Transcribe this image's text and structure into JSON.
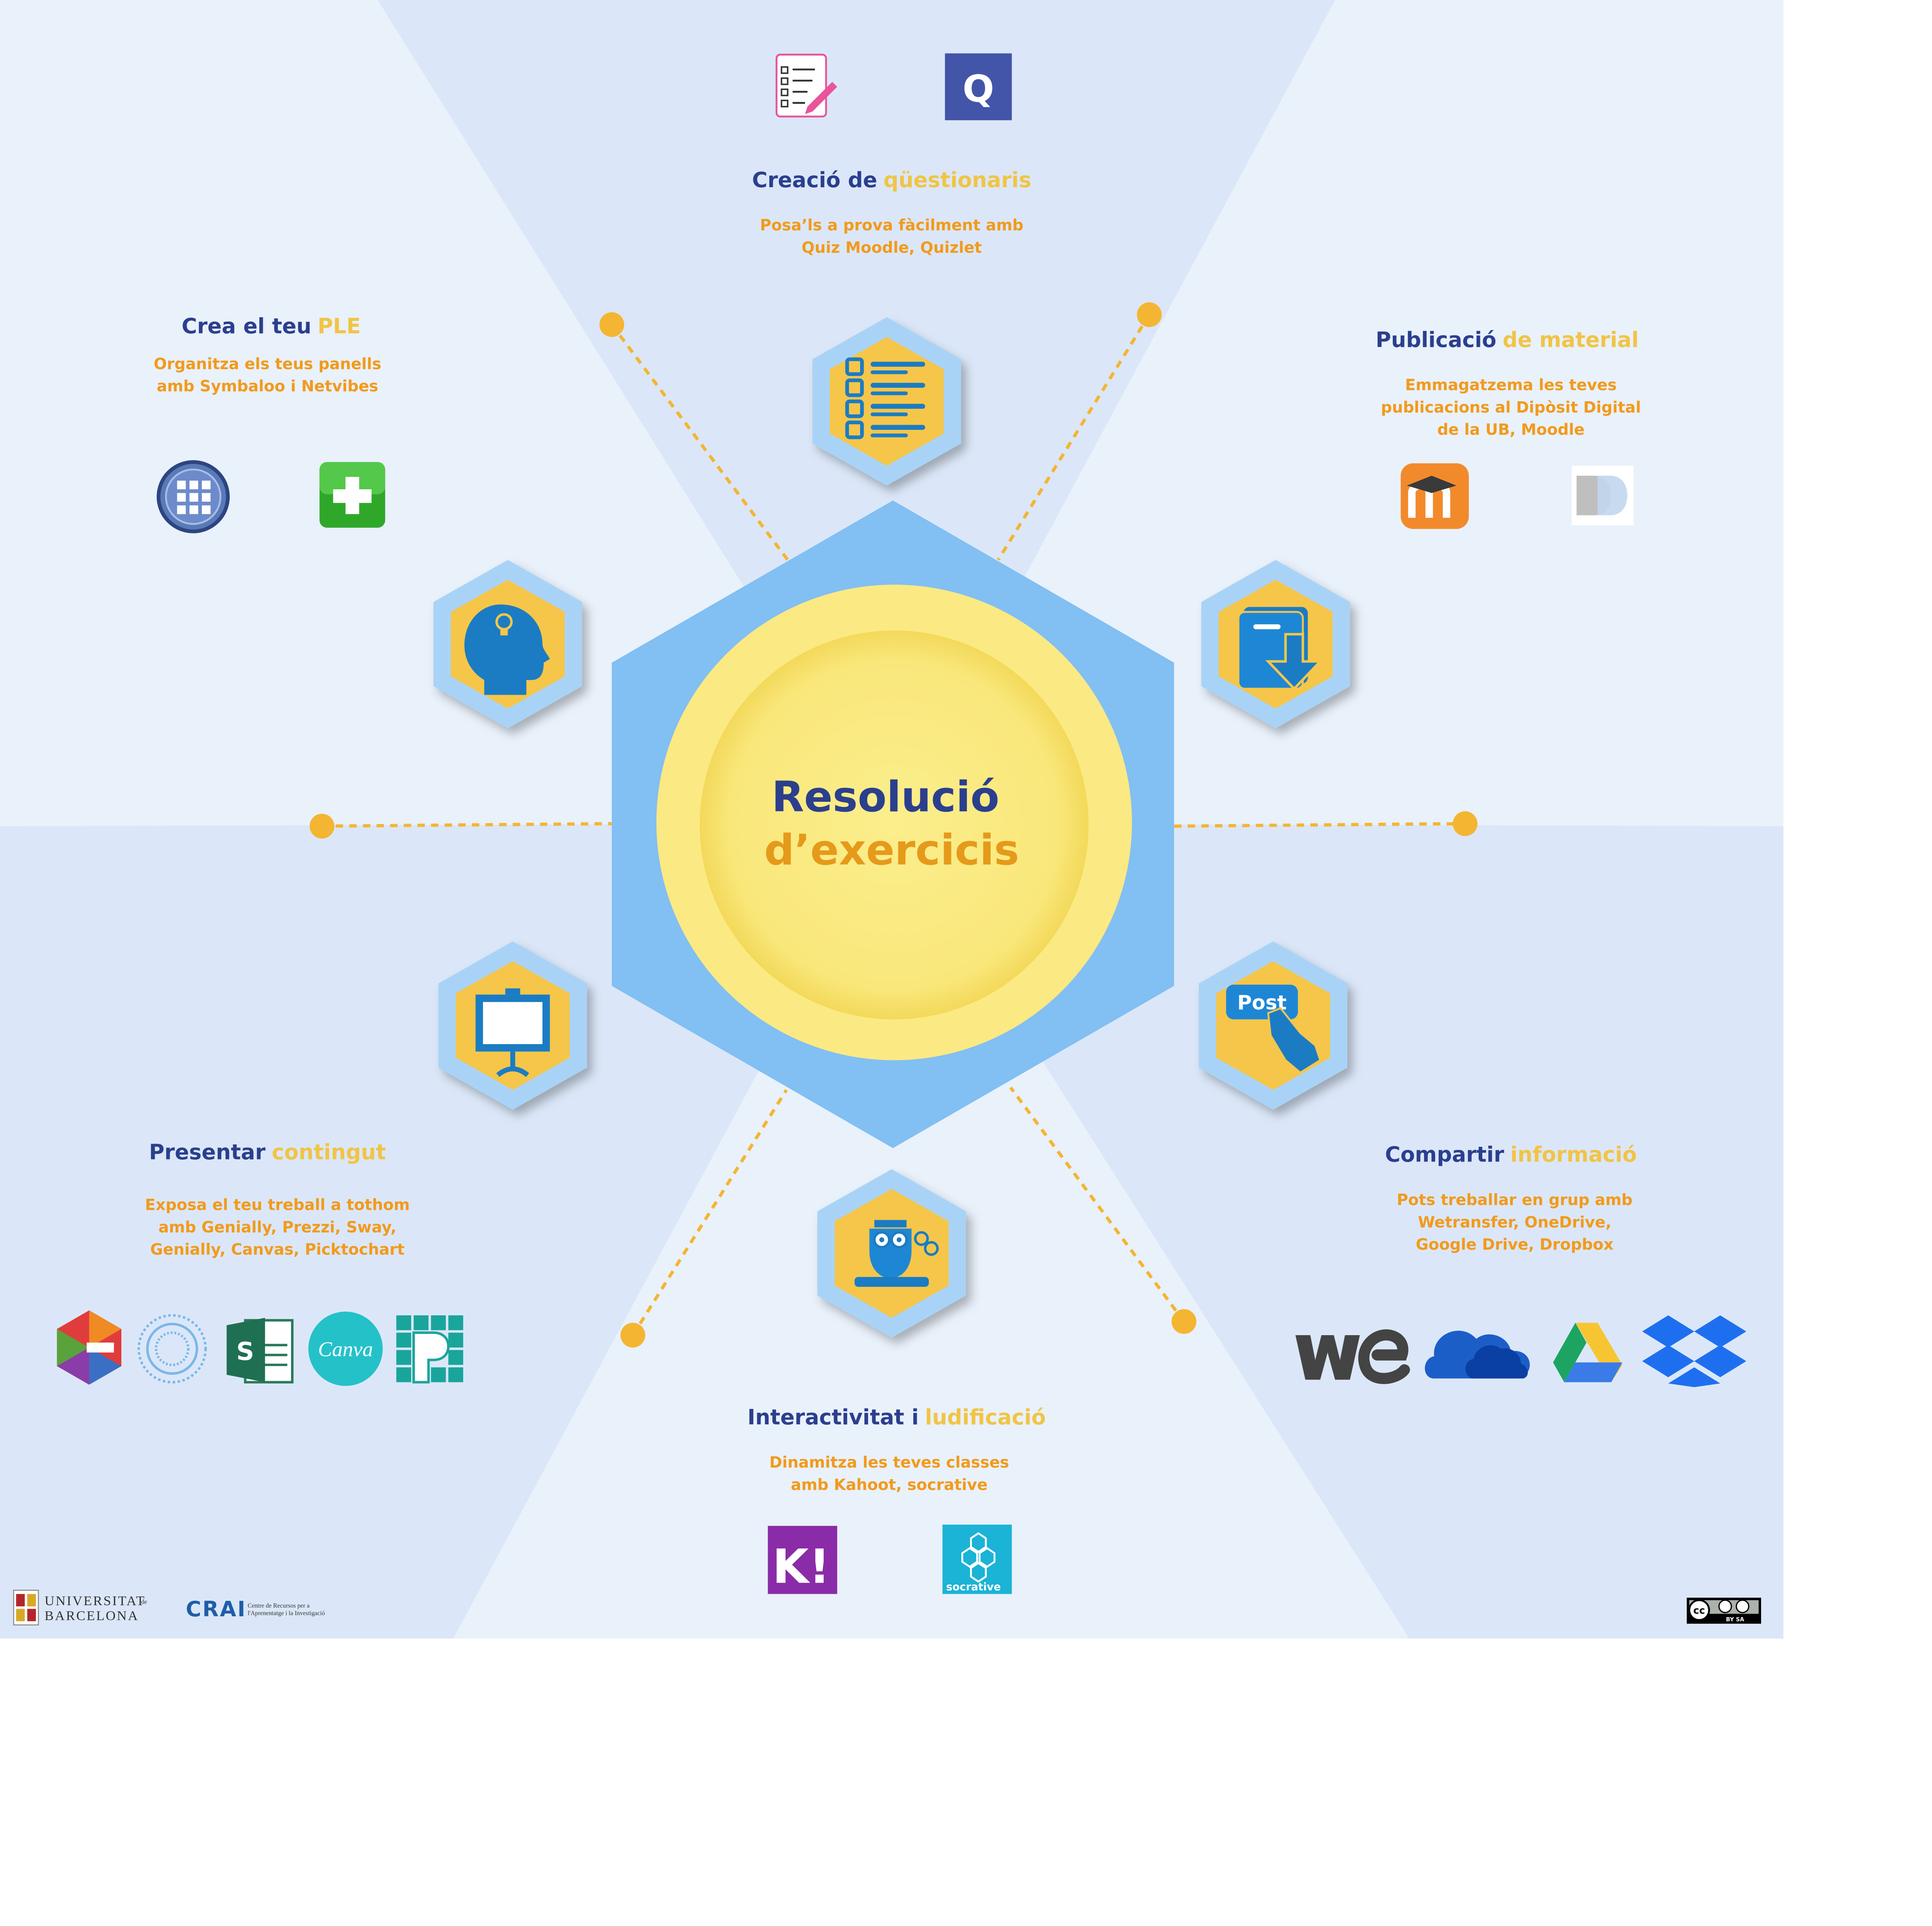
{
  "center": {
    "line1": "Resolució",
    "line2": "d’exercicis"
  },
  "sections": {
    "quiz": {
      "title_a": "Creació de",
      "title_b": "qüestionaris",
      "desc1": "Posa’ls a prova fàcilment amb",
      "desc2": "Quiz Moodle, Quizlet"
    },
    "ple": {
      "title_a": "Crea el teu",
      "title_b": "PLE",
      "desc1": "Organitza els teus panells",
      "desc2": "amb Symbaloo i Netvibes"
    },
    "publish": {
      "title_a": "Publicació",
      "title_b": "de material",
      "desc1": "Emmagatzema les teves",
      "desc2": "publicacions al Dipòsit Digital",
      "desc3": "de la UB, Moodle"
    },
    "present": {
      "title_a": "Presentar",
      "title_b": "contingut",
      "desc1": "Exposa el teu treball a tothom",
      "desc2": "amb Genially, Prezzi, Sway,",
      "desc3": "Genially, Canvas,  Picktochart"
    },
    "share": {
      "title_a": "Compartir",
      "title_b": "informació",
      "desc1": "Pots treballar en grup amb",
      "desc2": "Wetransfer, OneDrive,",
      "desc3": "Google Drive, Dropbox"
    },
    "interact": {
      "title_a": "Interactivitat i",
      "title_b": "ludificació",
      "desc1": "Dinamitza les teves classes",
      "desc2": "amb Kahoot, socrative"
    }
  },
  "logos": {
    "quizlet": "Q",
    "post": "Post",
    "kahoot": "K!",
    "socrative": "socrative",
    "canva": "Canva",
    "we": "we",
    "ub_line1": "Universitat",
    "ub_de": "de",
    "ub_line2": "Barcelona",
    "crai": "CRAI",
    "crai_line1": "Centre de Recursos per a",
    "crai_line2": "l'Aprenentatge i la Investigació",
    "license": "BY SA"
  },
  "icons": {
    "quiz_form": "quiz-form-icon",
    "quizlet": "quizlet-icon",
    "symbaloo": "symbaloo-icon",
    "netvibes": "netvibes-icon",
    "moodle": "moodle-icon",
    "diposit": "diposit-digital-icon",
    "checklist": "checklist-icon",
    "head": "head-idea-icon",
    "book_download": "book-download-icon",
    "presentation": "presentation-board-icon",
    "post": "post-hand-icon",
    "owl": "owl-icon"
  },
  "colors": {
    "bg_light": "#e9f1fb",
    "bg_mid": "#dbe7f8",
    "hex_blue": "#82bff2",
    "circle_yellow": "#fbe983",
    "title_blue": "#2b3f8e",
    "title_orange": "#f1c446",
    "desc_orange": "#f29a1c",
    "icon_blue": "#1b7cc4",
    "dot_orange": "#f4b532"
  }
}
